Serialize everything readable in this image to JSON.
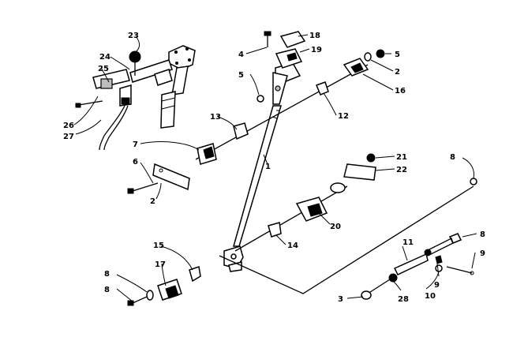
{
  "diagram": {
    "callouts": [
      {
        "id": "c1",
        "text": "1"
      },
      {
        "id": "c2a",
        "text": "2"
      },
      {
        "id": "c2b",
        "text": "2"
      },
      {
        "id": "c3",
        "text": "3"
      },
      {
        "id": "c4",
        "text": "4"
      },
      {
        "id": "c5a",
        "text": "5"
      },
      {
        "id": "c5b",
        "text": "5"
      },
      {
        "id": "c6",
        "text": "6"
      },
      {
        "id": "c7",
        "text": "7"
      },
      {
        "id": "c8a",
        "text": "8"
      },
      {
        "id": "c8b",
        "text": "8"
      },
      {
        "id": "c8c",
        "text": "8"
      },
      {
        "id": "c8d",
        "text": "8"
      },
      {
        "id": "c9a",
        "text": "9"
      },
      {
        "id": "c9b",
        "text": "9"
      },
      {
        "id": "c10",
        "text": "10"
      },
      {
        "id": "c11",
        "text": "11"
      },
      {
        "id": "c12",
        "text": "12"
      },
      {
        "id": "c13",
        "text": "13"
      },
      {
        "id": "c14",
        "text": "14"
      },
      {
        "id": "c15",
        "text": "15"
      },
      {
        "id": "c16",
        "text": "16"
      },
      {
        "id": "c17",
        "text": "17"
      },
      {
        "id": "c18",
        "text": "18"
      },
      {
        "id": "c19",
        "text": "19"
      },
      {
        "id": "c20",
        "text": "20"
      },
      {
        "id": "c21",
        "text": "21"
      },
      {
        "id": "c22",
        "text": "22"
      },
      {
        "id": "c23",
        "text": "23"
      },
      {
        "id": "c24",
        "text": "24"
      },
      {
        "id": "c25",
        "text": "25"
      },
      {
        "id": "c26",
        "text": "26"
      },
      {
        "id": "c27",
        "text": "27"
      },
      {
        "id": "c28",
        "text": "28"
      }
    ]
  }
}
